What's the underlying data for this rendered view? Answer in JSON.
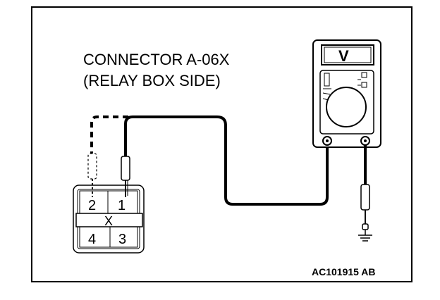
{
  "connector": {
    "title_line1": "CONNECTOR A-06X",
    "title_line2": "(RELAY BOX SIDE)",
    "pins": {
      "p1": "1",
      "p2": "2",
      "p3": "3",
      "p4": "4"
    },
    "mark": "X"
  },
  "meter": {
    "mode_symbol": "V"
  },
  "figure_id": "AC101915 AB"
}
